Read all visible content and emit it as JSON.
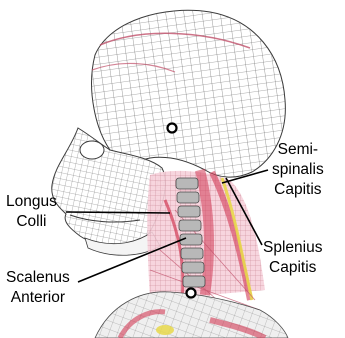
{
  "labels": {
    "semispinalis_capitis": [
      "Semi-",
      "spinalis",
      "Capitis"
    ],
    "longus_colli": [
      "Longus",
      "Colli"
    ],
    "splenius_capitis": [
      "Splenius",
      "Capitis"
    ],
    "scalenus_anterior": [
      "Scalenus",
      "Anterior"
    ]
  },
  "colors": {
    "mesh_line": "#5a5a5a",
    "mesh_fill": "#ffffff",
    "muscle_red": "#d23a55",
    "muscle_pink": "#f0a8b8",
    "muscle_yellow": "#e8d84a",
    "vertebra_gray": "#9a9a9a",
    "marker_fill": "#ffffff",
    "marker_stroke": "#000000",
    "text": "#000000"
  }
}
